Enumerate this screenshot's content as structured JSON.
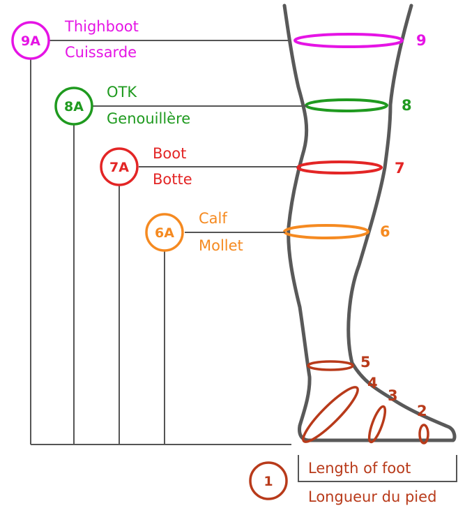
{
  "colors": {
    "thigh": "#e514e5",
    "otk": "#1f9a1f",
    "boot": "#e32525",
    "calf": "#f58a21",
    "foot": "#b83a1a",
    "leg": "#595959",
    "lines": "#555555"
  },
  "levels": {
    "thighboot": {
      "badge": "9A",
      "label_en": "Thighboot",
      "label_fr": "Cuissarde",
      "marker": "9"
    },
    "otk": {
      "badge": "8A",
      "label_en": "OTK",
      "label_fr": "Genouillère",
      "marker": "8"
    },
    "boot": {
      "badge": "7A",
      "label_en": "Boot",
      "label_fr": "Botte",
      "marker": "7"
    },
    "calf": {
      "badge": "6A",
      "label_en": "Calf",
      "label_fr": "Mollet",
      "marker": "6"
    }
  },
  "foot": {
    "markers": {
      "m5": "5",
      "m4": "4",
      "m3": "3",
      "m2": "2"
    },
    "length": {
      "badge": "1",
      "label_en": "Length of foot",
      "label_fr": "Longueur du pied"
    }
  }
}
